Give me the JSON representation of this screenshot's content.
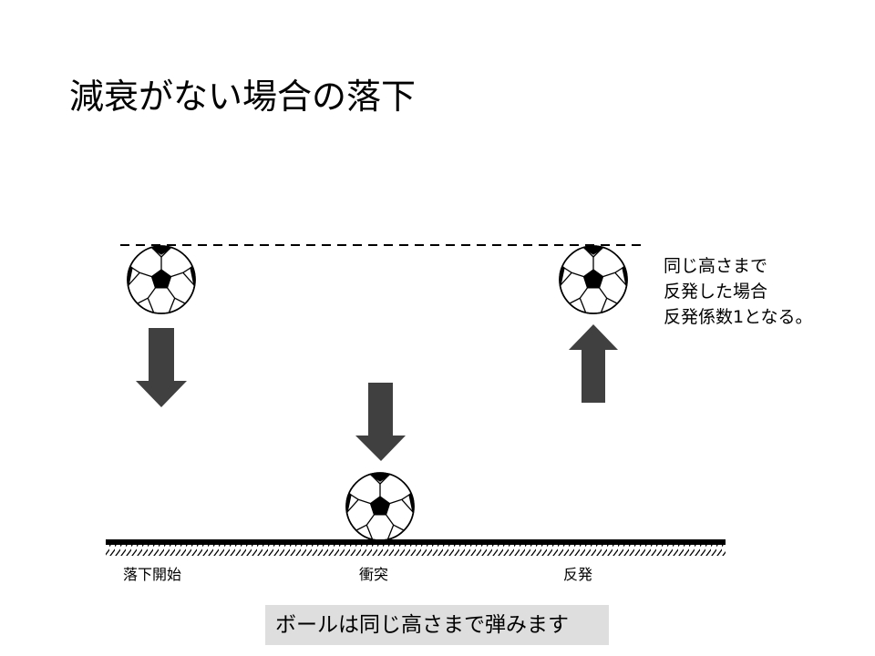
{
  "title": "減衰がない場合の落下",
  "note_lines": [
    "同じ高さまで",
    "反発した場合",
    "反発係数1となる。"
  ],
  "stages": {
    "start": "落下開始",
    "impact": "衝突",
    "rebound": "反発"
  },
  "caption": "ボールは同じ高さまで弾みます",
  "colors": {
    "arrow": "#404040",
    "caption_bg": "#dedede",
    "ground": "#000000"
  }
}
